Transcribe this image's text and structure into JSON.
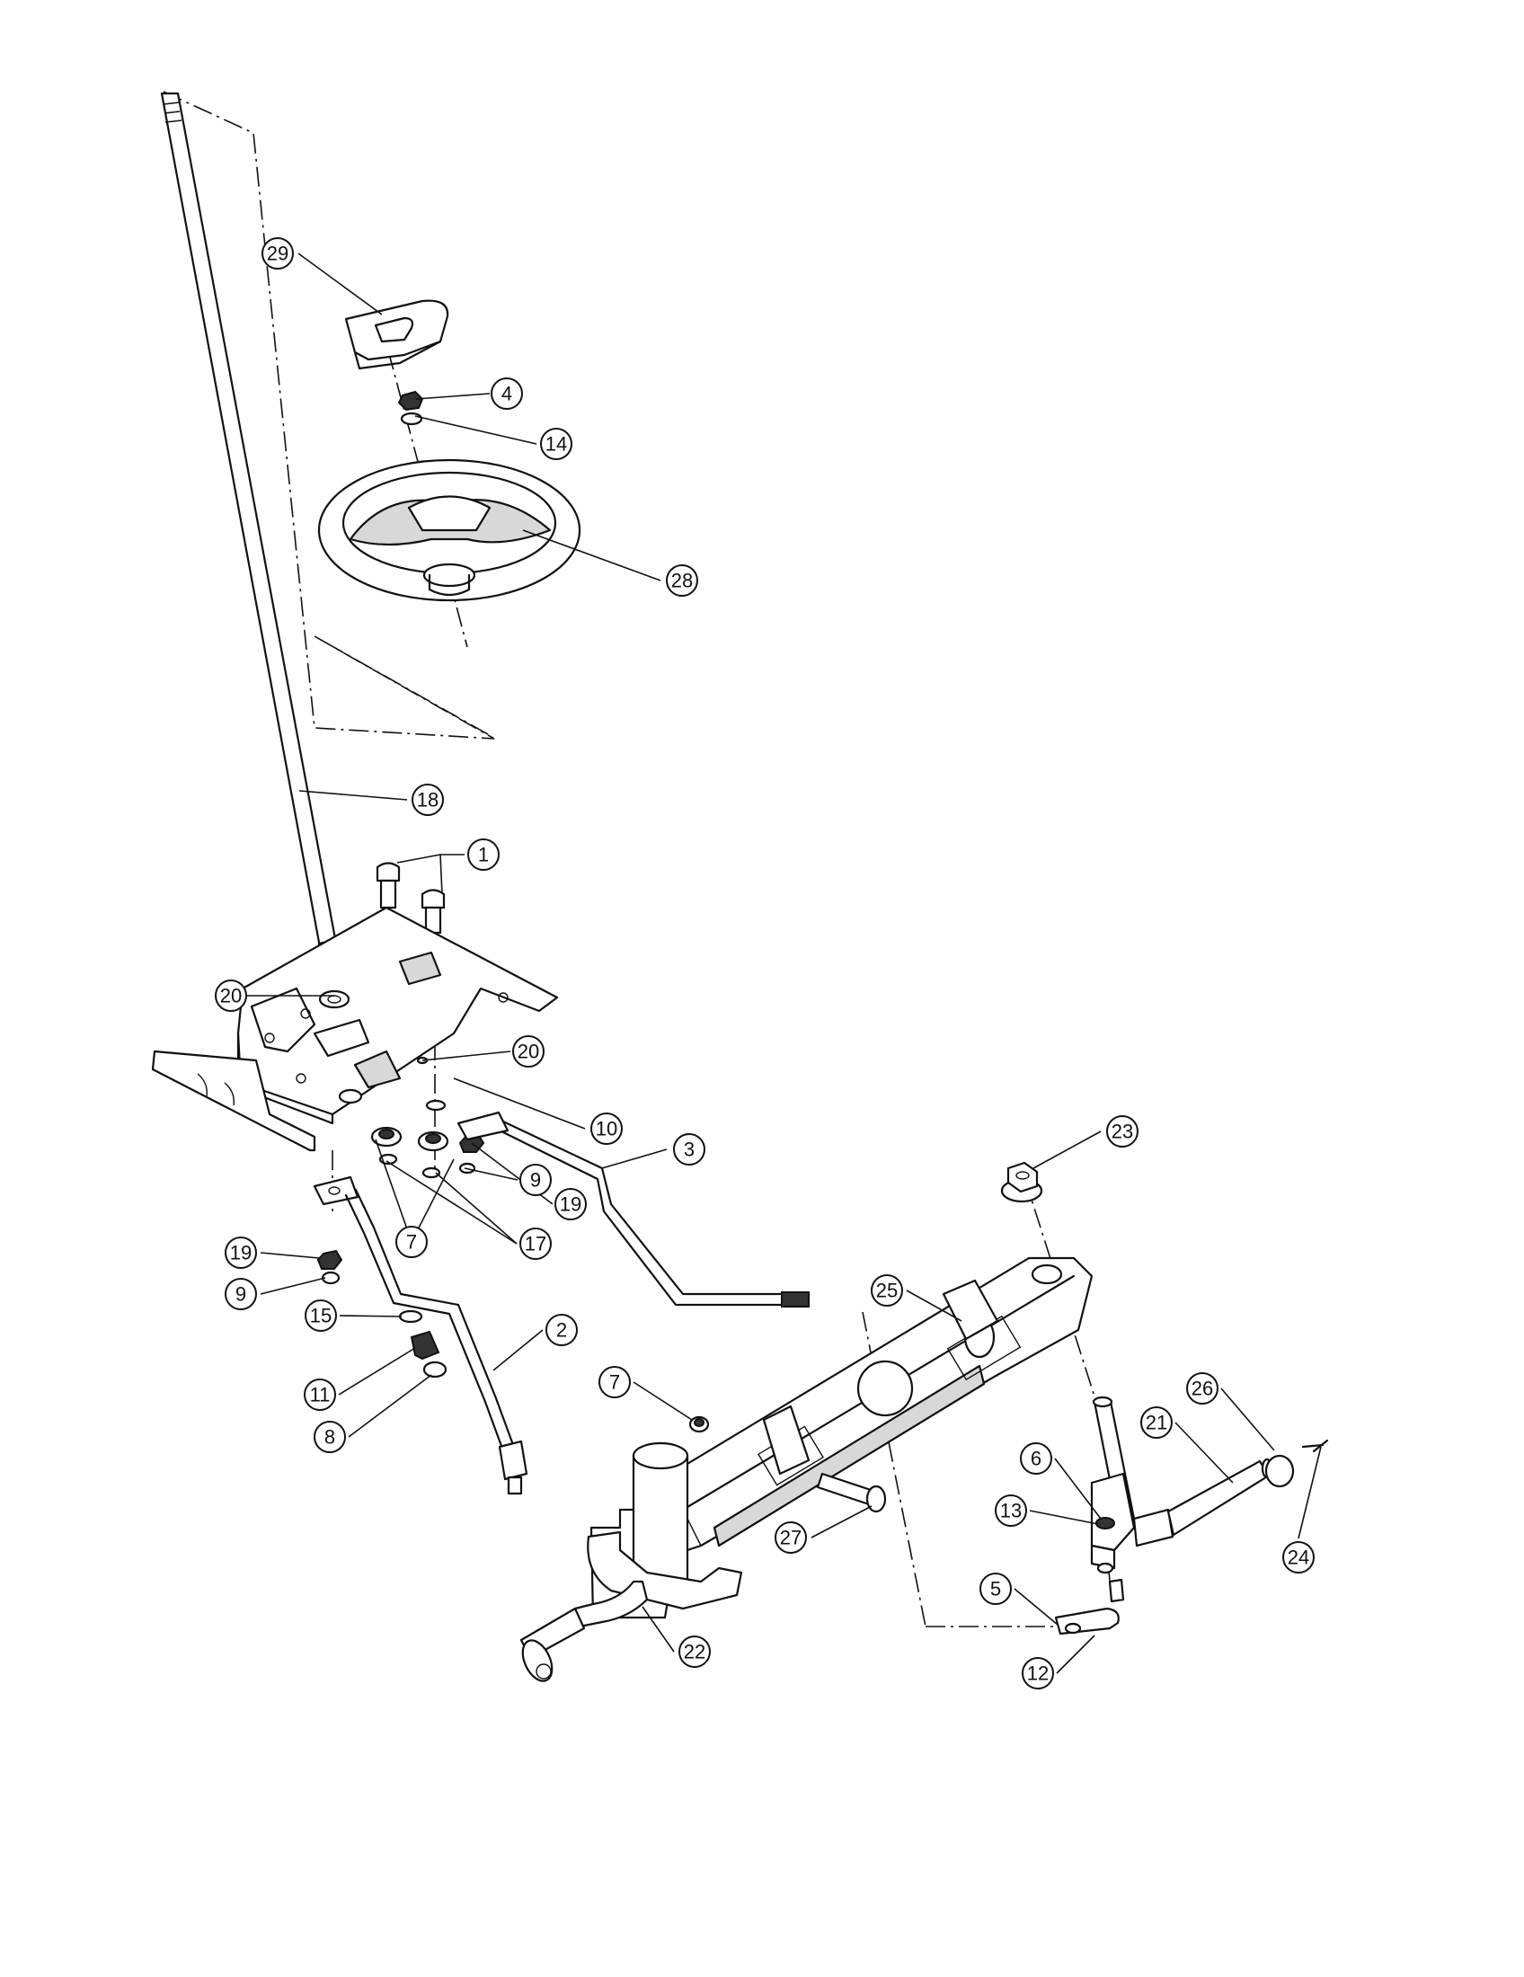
{
  "callouts": [
    {
      "id": "c29",
      "label": "29"
    },
    {
      "id": "c4",
      "label": "4"
    },
    {
      "id": "c14",
      "label": "14"
    },
    {
      "id": "c28",
      "label": "28"
    },
    {
      "id": "c18",
      "label": "18"
    },
    {
      "id": "c1",
      "label": "1"
    },
    {
      "id": "c20a",
      "label": "20"
    },
    {
      "id": "c20b",
      "label": "20"
    },
    {
      "id": "c10",
      "label": "10"
    },
    {
      "id": "c3",
      "label": "3"
    },
    {
      "id": "c23",
      "label": "23"
    },
    {
      "id": "c19a",
      "label": "19"
    },
    {
      "id": "c9a",
      "label": "9"
    },
    {
      "id": "c7a",
      "label": "7"
    },
    {
      "id": "c17",
      "label": "17"
    },
    {
      "id": "c19b",
      "label": "19"
    },
    {
      "id": "c9b",
      "label": "9"
    },
    {
      "id": "c25",
      "label": "25"
    },
    {
      "id": "c15",
      "label": "15"
    },
    {
      "id": "c2",
      "label": "2"
    },
    {
      "id": "c11",
      "label": "11"
    },
    {
      "id": "c8",
      "label": "8"
    },
    {
      "id": "c7b",
      "label": "7"
    },
    {
      "id": "c26",
      "label": "26"
    },
    {
      "id": "c21",
      "label": "21"
    },
    {
      "id": "c6",
      "label": "6"
    },
    {
      "id": "c13",
      "label": "13"
    },
    {
      "id": "c27",
      "label": "27"
    },
    {
      "id": "c5",
      "label": "5"
    },
    {
      "id": "c24",
      "label": "24"
    },
    {
      "id": "c22",
      "label": "22"
    },
    {
      "id": "c12",
      "label": "12"
    }
  ]
}
